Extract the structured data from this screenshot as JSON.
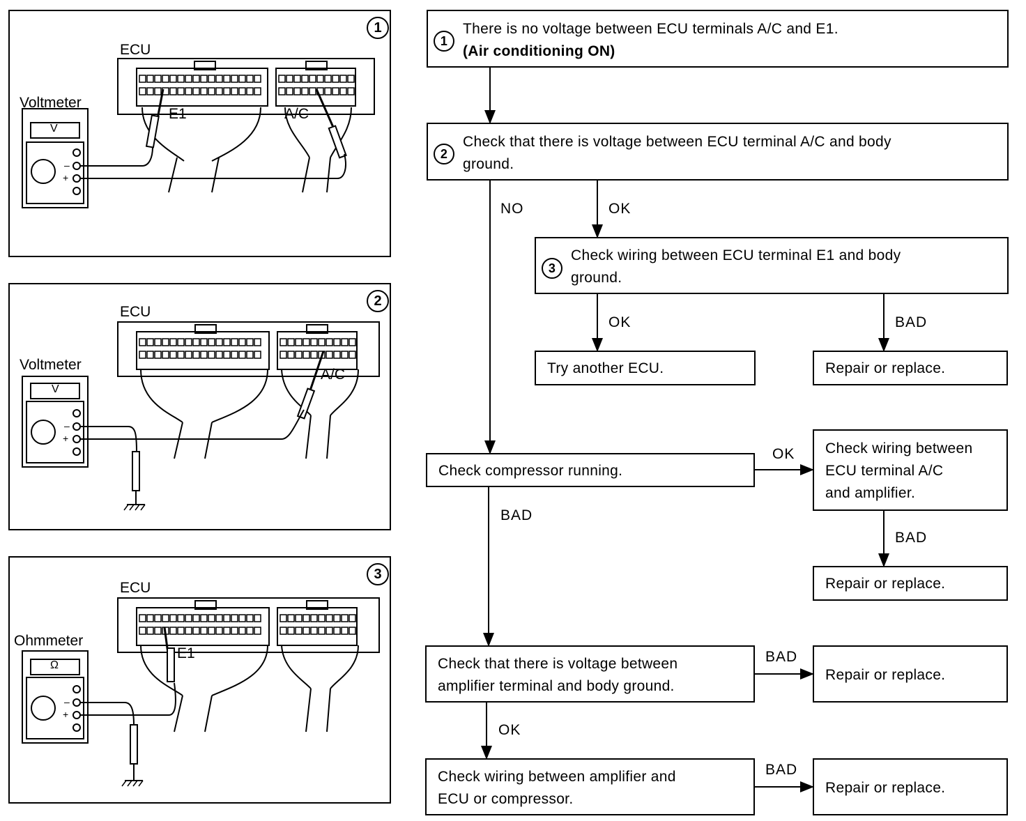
{
  "panels": [
    {
      "number": "1",
      "meter_label": "Voltmeter",
      "meter_symbol": "V",
      "ecu_label": "ECU",
      "terminals": [
        "E1",
        "A/C"
      ]
    },
    {
      "number": "2",
      "meter_label": "Voltmeter",
      "meter_symbol": "V",
      "ecu_label": "ECU",
      "terminals": [
        "A/C"
      ]
    },
    {
      "number": "3",
      "meter_label": "Ohmmeter",
      "meter_symbol": "Ω",
      "ecu_label": "ECU",
      "terminals": [
        "E1"
      ]
    }
  ],
  "flow": {
    "step1": {
      "number": "1",
      "line1": "There is no voltage between ECU terminals A/C and E1.",
      "line2": "(Air conditioning ON)"
    },
    "step2": {
      "number": "2",
      "line1": "Check that there is voltage between ECU terminal A/C and  body",
      "line2": "ground."
    },
    "step3": {
      "number": "3",
      "line1": "Check wiring between ECU terminal E1 and body",
      "line2": "ground."
    },
    "try_ecu": "Try another ECU.",
    "repair": "Repair or replace.",
    "compressor": "Check compressor running.",
    "wiring_ac_amp": {
      "line1": "Check wiring between",
      "line2": "ECU terminal A/C",
      "line3": "and amplifier."
    },
    "amp_voltage": {
      "line1": "Check that there is voltage between",
      "line2": "amplifier terminal and body ground."
    },
    "wiring_amp_ecu": {
      "line1": "Check wiring between amplifier and",
      "line2": "ECU or compressor."
    },
    "labels": {
      "no": "NO",
      "ok": "OK",
      "bad": "BAD"
    }
  }
}
